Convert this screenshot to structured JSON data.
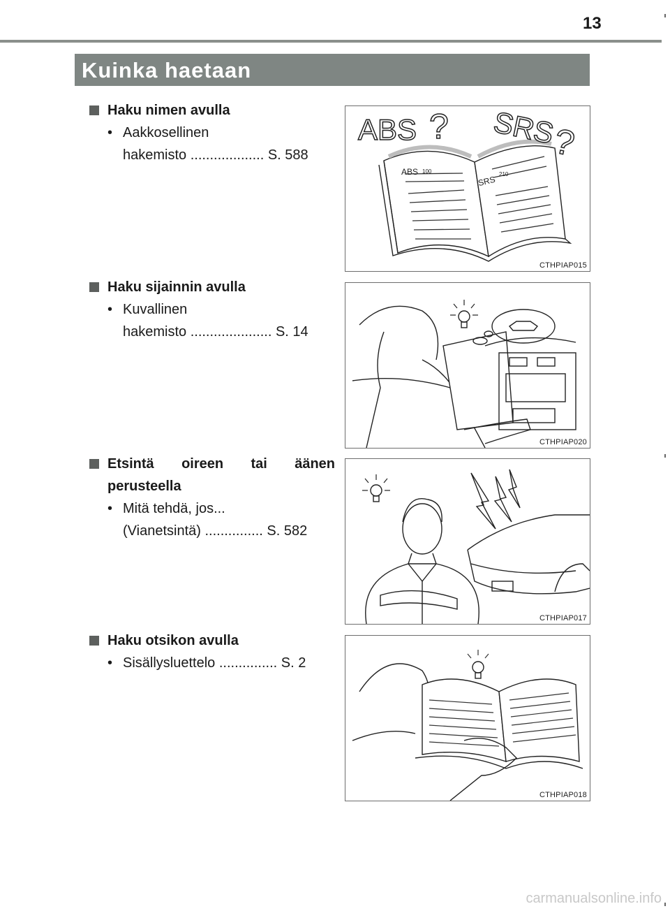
{
  "page_number": "13",
  "title": "Kuinka haetaan",
  "sections": [
    {
      "heading": "Haku nimen avulla",
      "item_line1": "Aakkosellinen",
      "item_line2": "hakemisto ................... S. 588",
      "figure_code": "CTHPIAP015",
      "figure_labels": [
        "ABS",
        "?",
        "SRS",
        "?",
        "ABS",
        "100",
        "SRS",
        "210"
      ]
    },
    {
      "heading": "Haku sijainnin avulla",
      "item_line1": "Kuvallinen",
      "item_line2": "hakemisto ..................... S. 14",
      "figure_code": "CTHPIAP020"
    },
    {
      "heading_line1": "Etsintä oireen tai äänen",
      "heading_line2": "perusteella",
      "item_line1": "Mitä tehdä, jos...",
      "item_line2": "(Vianetsintä) ............... S. 582",
      "figure_code": "CTHPIAP017"
    },
    {
      "heading": "Haku otsikon avulla",
      "item_line1": "Sisällysluettelo ............... S. 2",
      "figure_code": "CTHPIAP018"
    }
  ],
  "bullet": "•",
  "watermark": "carmanualsonline.info"
}
